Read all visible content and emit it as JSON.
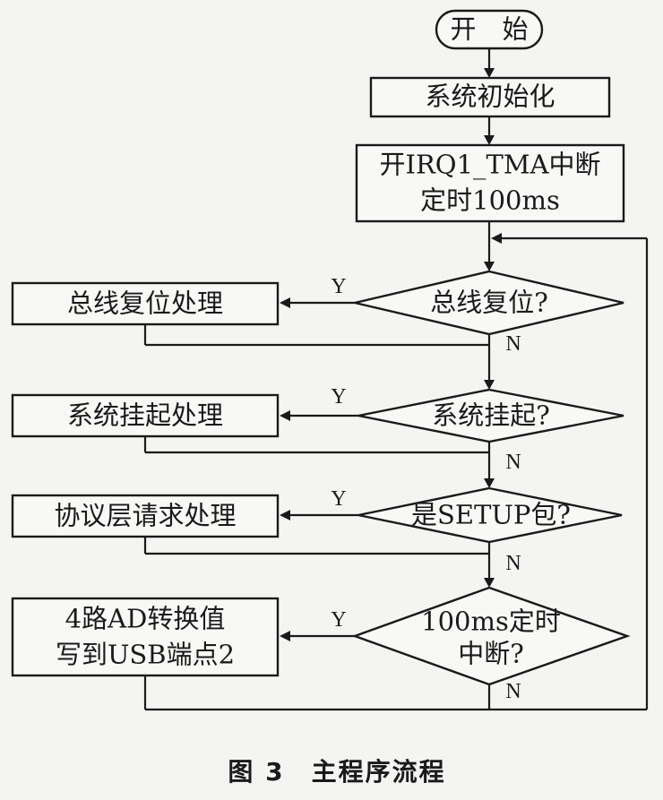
{
  "flowchart": {
    "start": "开　始",
    "init": "系统初始化",
    "timer_line1": "开IRQ1_TMA中断",
    "timer_line2": "定时100ms",
    "decisions": [
      {
        "label": "总线复位?",
        "yes_action": "总线复位处理"
      },
      {
        "label": "系统挂起?",
        "yes_action": "系统挂起处理"
      },
      {
        "label": "是SETUP包?",
        "yes_action": "协议层请求处理"
      },
      {
        "label_line1": "100ms定时",
        "label_line2": "中断?",
        "yes_action_line1": "4路AD转换值",
        "yes_action_line2": "写到USB端点2"
      }
    ],
    "yes": "Y",
    "no": "N"
  },
  "caption": "图 3　主程序流程"
}
